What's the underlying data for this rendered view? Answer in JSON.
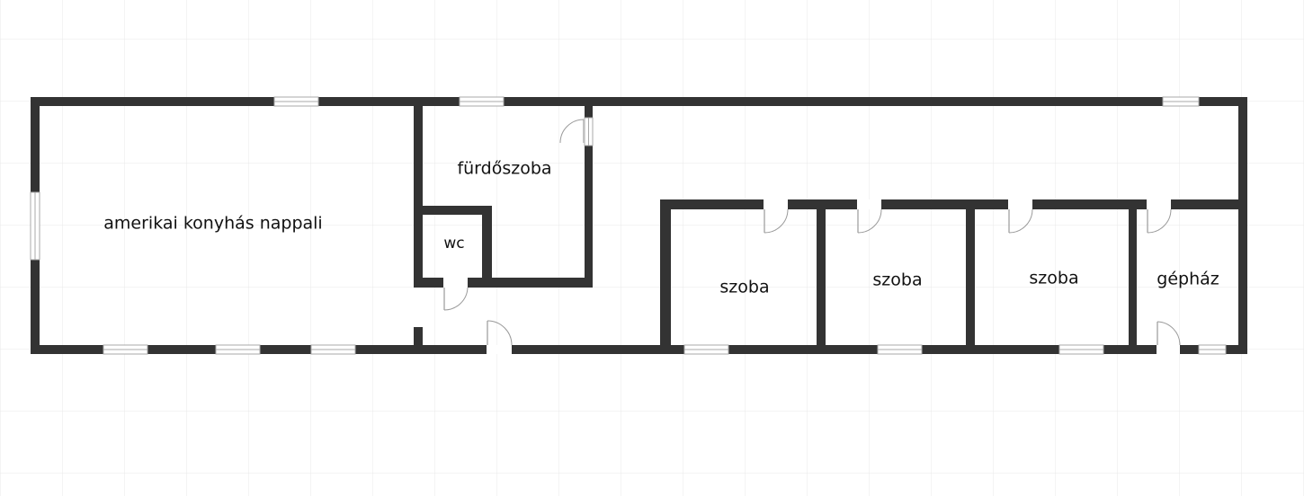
{
  "floorplan": {
    "rooms": [
      {
        "id": "living",
        "label": "amerikai konyhás nappali"
      },
      {
        "id": "bath",
        "label": "fürdőszoba"
      },
      {
        "id": "wc",
        "label": "wc"
      },
      {
        "id": "room1",
        "label": "szoba"
      },
      {
        "id": "room2",
        "label": "szoba"
      },
      {
        "id": "room3",
        "label": "szoba"
      },
      {
        "id": "machine",
        "label": "gépház"
      }
    ],
    "colors": {
      "wall": "#333333",
      "grid": "#e9e9e9",
      "background": "#ffffff"
    }
  }
}
